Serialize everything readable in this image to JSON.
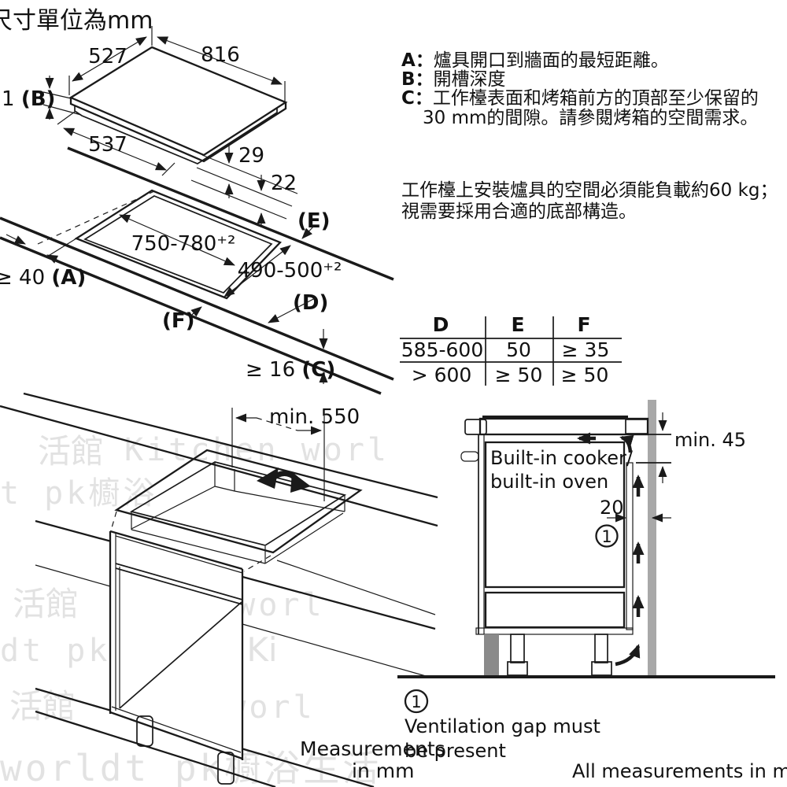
{
  "title": "尺寸單位為mm",
  "colors": {
    "line": "#1a1a1a",
    "oven_fill": "#e4e4e4",
    "wall_gray": "#a8a8a8",
    "cap_gray": "#cccccc",
    "dark_gray": "#8a8a8a",
    "watermark_gray": "#e2e2e2"
  },
  "top_left": {
    "w527": "527",
    "w816": "816",
    "b_pre": "1 ",
    "b": "(B)",
    "w537": "537",
    "h29": "29",
    "h22": "22",
    "e": "(E)",
    "cut_w": "750-780⁺²",
    "cut_d": "490-500⁺²",
    "a_pre": "≥ 40 ",
    "a": "(A)",
    "d": "(D)",
    "f": "(F)",
    "c_pre": "≥ 16 ",
    "c": "(C)"
  },
  "definitions": {
    "colon": "：",
    "items": [
      {
        "k": "A",
        "t": "爐具開口到牆面的最短距離。"
      },
      {
        "k": "B",
        "t": "開槽深度"
      },
      {
        "k": "C",
        "t": "工作檯表面和烤箱前方的頂部至少保留的"
      }
    ],
    "c_line2": "30 mm的間隙。請參閱烤箱的空間需求。"
  },
  "note": {
    "line1": "工作檯上安裝爐具的空間必須能負載約60 kg；",
    "line2": "視需要採用合適的底部構造。"
  },
  "table": {
    "headers": [
      "D",
      "E",
      "F"
    ],
    "rows": [
      [
        "585-600",
        "50",
        "≥ 35"
      ],
      [
        "> 600",
        "≥ 50",
        "≥ 50"
      ]
    ]
  },
  "cabinet": {
    "min550": "min. 550"
  },
  "side": {
    "min45": "min. 45",
    "gap20": "20",
    "circ": "1",
    "oven1": "Built-in cooker/",
    "oven2": "built-in oven"
  },
  "footnotes": {
    "circ": "1",
    "vent1": "Ventilation gap must",
    "vent2": "be present",
    "meas1": "Measurements",
    "meas2": "in mm",
    "all": "All measurements in mm"
  },
  "watermark": [
    "活館",
    "Kitchen worl",
    "t pk櫥浴",
    "活館",
    "en worl",
    "dt pk",
    "活館 Ki",
    "活館",
    "en worl",
    "worldt pk櫥浴生活"
  ]
}
